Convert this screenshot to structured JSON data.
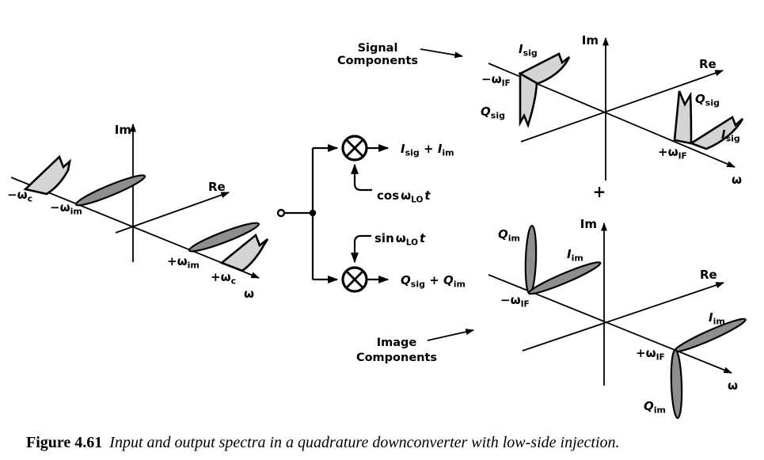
{
  "colors": {
    "ink": "#000000",
    "background": "#ffffff",
    "signal_fill": "#d4d4d4",
    "image_fill": "#8e8e8e"
  },
  "caption": {
    "label": "Figure 4.61",
    "text": "Input and output spectra in a quadrature downconverter with low-side injection."
  },
  "annotations": {
    "signal_line1": "Signal",
    "signal_line2": "Components",
    "image_line1": "Image",
    "image_line2": "Components",
    "plus_sign": "+"
  },
  "axes": {
    "im": "Im",
    "re": "Re",
    "omega": "ω"
  },
  "input_spectrum": {
    "neg_wc": {
      "main": "−ω",
      "sub": "c"
    },
    "neg_wim": {
      "main": "−ω",
      "sub": "im"
    },
    "pos_wim": {
      "main": "+ω",
      "sub": "im"
    },
    "pos_wc": {
      "main": "+ω",
      "sub": "c"
    }
  },
  "mixer_network": {
    "i_output": {
      "term1": "I",
      "sub1": "sig",
      "op": " + ",
      "term2": "I",
      "sub2": "im"
    },
    "q_output": {
      "term1": "Q",
      "sub1": "sig",
      "op": " + ",
      "term2": "Q",
      "sub2": "im"
    },
    "cos_lo": {
      "fn": "cos",
      "omega": "ω",
      "sub": "LO",
      "var": "t"
    },
    "sin_lo": {
      "fn": "sin",
      "omega": "ω",
      "sub": "LO",
      "var": "t"
    }
  },
  "signal_output": {
    "neg_wif": {
      "main": "−ω",
      "sub": "IF"
    },
    "pos_wif": {
      "main": "+ω",
      "sub": "IF"
    },
    "i_sig": {
      "main": "I",
      "sub": "sig"
    },
    "q_sig": {
      "main": "Q",
      "sub": "sig"
    }
  },
  "image_output": {
    "neg_wif": {
      "main": "−ω",
      "sub": "IF"
    },
    "pos_wif": {
      "main": "+ω",
      "sub": "IF"
    },
    "i_im": {
      "main": "I",
      "sub": "im"
    },
    "q_im": {
      "main": "Q",
      "sub": "im"
    }
  }
}
